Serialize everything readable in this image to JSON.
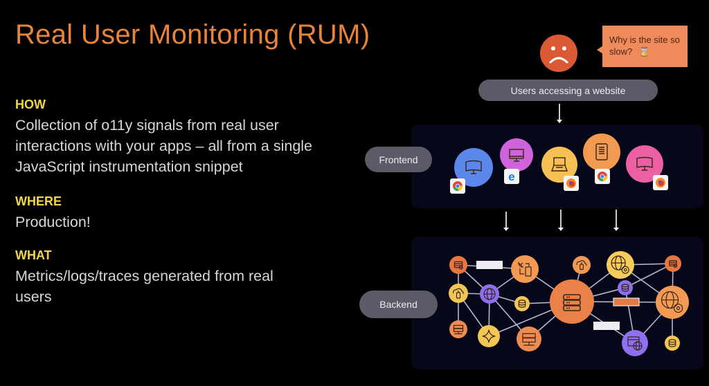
{
  "slide": {
    "title": "Real User Monitoring (RUM)",
    "sections": [
      {
        "heading": "HOW",
        "body": "Collection of o11y signals from real user interactions with your apps – all from a single JavaScript instrumentation snippet"
      },
      {
        "heading": "WHERE",
        "body": "Production!"
      },
      {
        "heading": "WHAT",
        "body": "Metrics/logs/traces generated from real users"
      }
    ]
  },
  "diagram": {
    "user": {
      "icon": "sad-face-icon",
      "speech": "Why is the site so slow?",
      "speech_icon": "hourglass-icon",
      "speech_glyph": "⌛"
    },
    "users_label": "Users accessing a website",
    "frontend_label": "Frontend",
    "backend_label": "Backend",
    "devices": [
      {
        "icon": "curved-monitor-icon",
        "browser": "chrome",
        "color": "#5b86ea"
      },
      {
        "icon": "desktop-icon",
        "browser": "edge",
        "color": "#cf63d9"
      },
      {
        "icon": "laptop-icon",
        "browser": "firefox",
        "color": "#f6c055"
      },
      {
        "icon": "ereader-icon",
        "browser": "chrome",
        "color": "#f39a52"
      },
      {
        "icon": "curved-monitor-icon",
        "browser": "firefox",
        "color": "#ec5fa2"
      }
    ],
    "backend_nodes": [
      {
        "icon": "mobile-db-icon",
        "color": "#e7773f"
      },
      {
        "icon": "cloud-upload-icon",
        "color": "#f3c653"
      },
      {
        "icon": "server-icon",
        "color": "#ee8b4e"
      },
      {
        "icon": "globe-icon",
        "color": "#8d6ff0"
      },
      {
        "icon": "satellite-device-icon",
        "color": "#f39a52"
      },
      {
        "icon": "database-icon",
        "color": "#f3c653"
      },
      {
        "icon": "star-node-icon",
        "color": "#f3c653"
      },
      {
        "icon": "server-icon",
        "color": "#ee8b4e"
      },
      {
        "icon": "server-stack-icon",
        "color": "#ea8148"
      },
      {
        "icon": "cloud-upload-icon",
        "color": "#f39a52"
      },
      {
        "icon": "globe-gear-icon",
        "color": "#f6cc5a"
      },
      {
        "icon": "database-icon",
        "color": "#8d6ff0"
      },
      {
        "icon": "server-check-icon",
        "color": "#e7773f"
      },
      {
        "icon": "globe-gear-icon",
        "color": "#f39a52"
      },
      {
        "icon": "browser-globe-icon",
        "color": "#8d6ff0"
      },
      {
        "icon": "database-icon",
        "color": "#f3c653"
      }
    ],
    "colors": {
      "accent": "#e8833a",
      "heading": "#f2d54b",
      "panel": "#07071a",
      "pill": "#5b5a66",
      "edge": "#b8b8c8"
    }
  }
}
